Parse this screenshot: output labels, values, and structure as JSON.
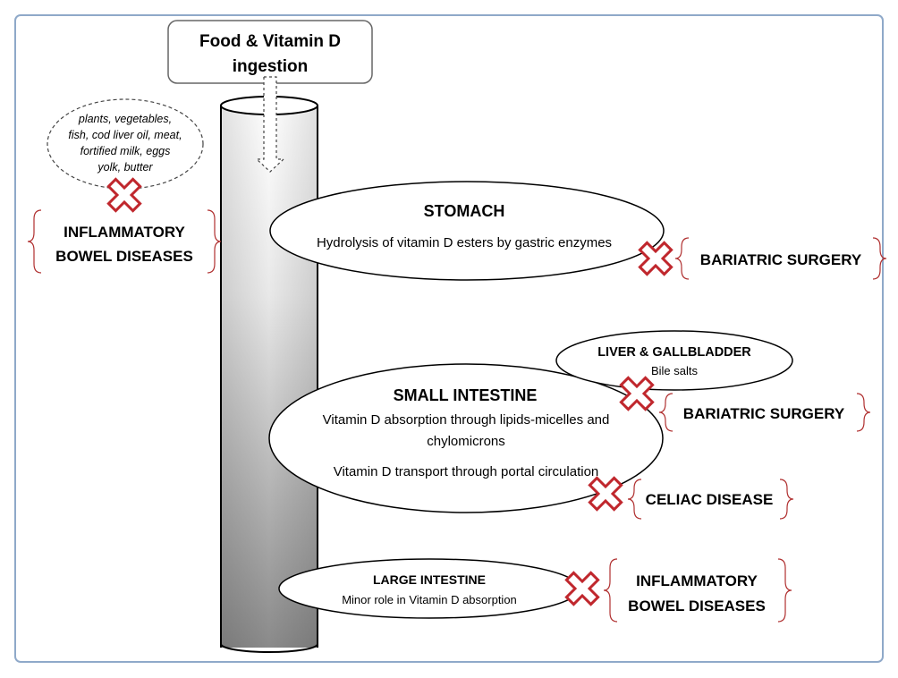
{
  "ingestion": {
    "line1": "Food & Vitamin D",
    "line2": "ingestion"
  },
  "food_sources": {
    "lines": [
      "plants, vegetables,",
      "fish, cod liver oil, meat,",
      "fortified milk, eggs",
      "yolk, butter"
    ]
  },
  "organs": {
    "stomach": {
      "title": "STOMACH",
      "desc": "Hydrolysis of vitamin D esters by gastric enzymes"
    },
    "liver": {
      "title": "LIVER & GALLBLADDER",
      "desc": "Bile salts"
    },
    "small_intestine": {
      "title": "SMALL INTESTINE",
      "desc1a": "Vitamin D absorption through lipids-micelles and",
      "desc1b": "chylomicrons",
      "desc2": "Vitamin D transport through portal circulation"
    },
    "large_intestine": {
      "title": "LARGE INTESTINE",
      "desc": "Minor role in Vitamin D absorption"
    }
  },
  "conditions": {
    "ibd_left": {
      "line1": "INFLAMMATORY",
      "line2": "BOWEL DISEASES"
    },
    "bariatric_stomach": {
      "line1": "BARIATRIC SURGERY"
    },
    "bariatric_intestine": {
      "line1": "BARIATRIC SURGERY"
    },
    "celiac": {
      "line1": "CELIAC DISEASE"
    },
    "ibd_right": {
      "line1": "INFLAMMATORY",
      "line2": "BOWEL DISEASES"
    }
  },
  "icons": {
    "block_marker": "cross-icon",
    "bracket": "curly-brace"
  },
  "colors": {
    "frame": "#8fa9c9",
    "cross": "#c0272d",
    "cross_fill": "#ffffff",
    "bracket": "#b03030"
  }
}
